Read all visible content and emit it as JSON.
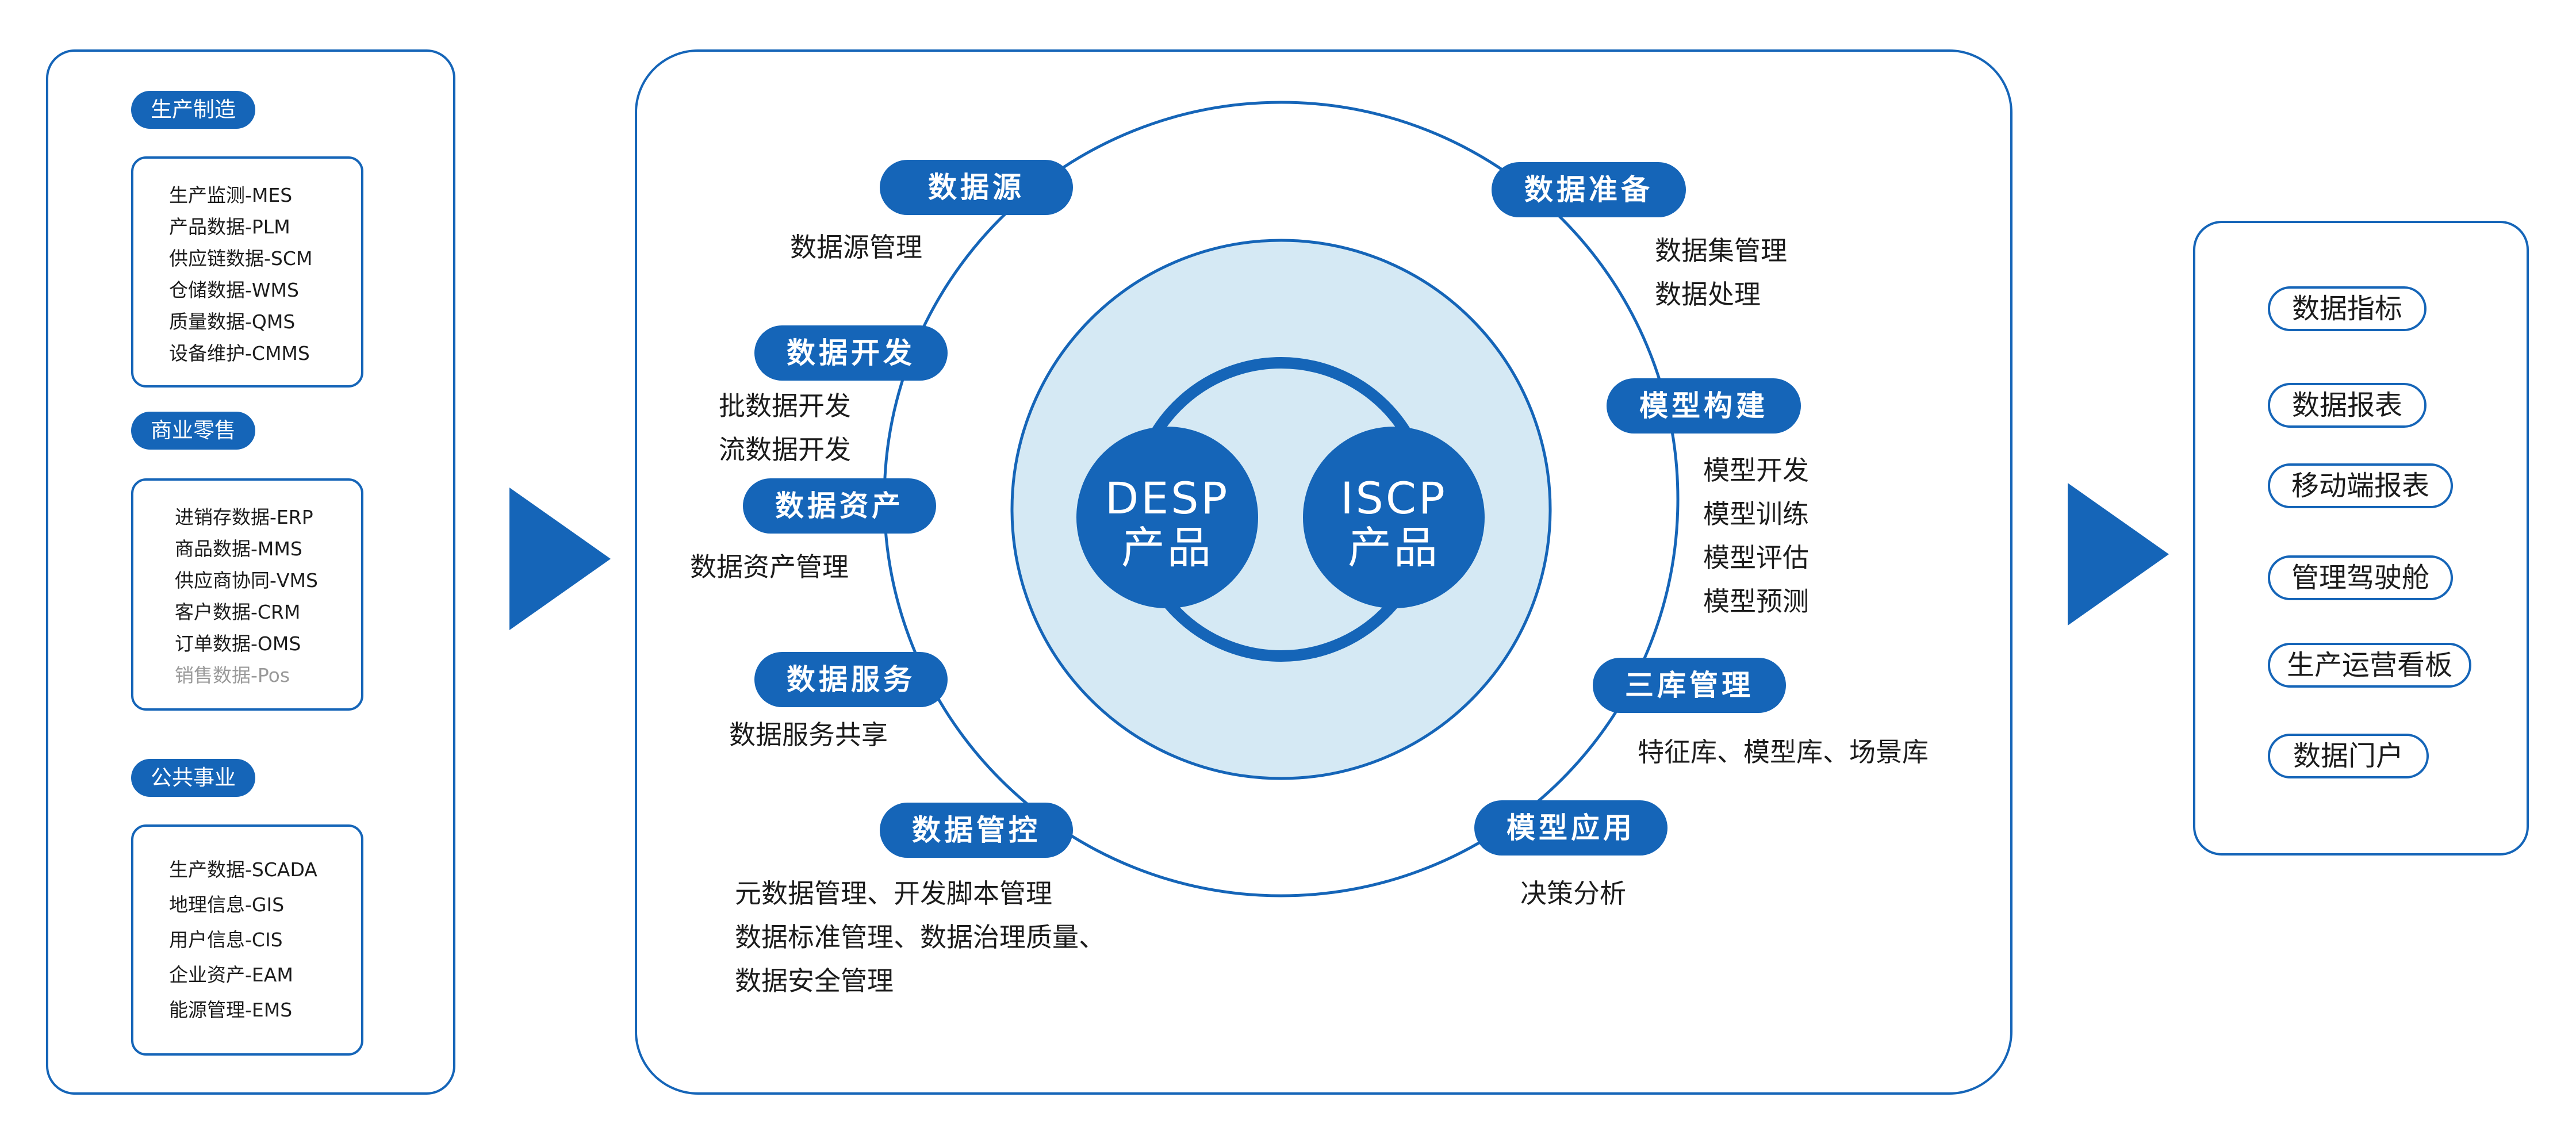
{
  "sources": [
    {
      "category": "生产制造",
      "items": [
        "生产监测-MES",
        "产品数据-PLM",
        "供应链数据-SCM",
        "仓储数据-WMS",
        "质量数据-QMS",
        "设备维护-CMMS"
      ]
    },
    {
      "category": "商业零售",
      "items": [
        "进销存数据-ERP",
        "商品数据-MMS",
        "供应商协同-VMS",
        "客户数据-CRM",
        "订单数据-OMS",
        "销售数据-Pos"
      ]
    },
    {
      "category": "公共事业",
      "items": [
        "生产数据-SCADA",
        "地理信息-GIS",
        "用户信息-CIS",
        "企业资产-EAM",
        "能源管理-EMS"
      ]
    }
  ],
  "core": {
    "left": {
      "line1": "DESP",
      "line2": "产品"
    },
    "right": {
      "line1": "ISCP",
      "line2": "产品"
    }
  },
  "stages": [
    {
      "label": "数据源",
      "desc": [
        "数据源管理"
      ]
    },
    {
      "label": "数据开发",
      "desc": [
        "批数据开发",
        "流数据开发"
      ]
    },
    {
      "label": "数据资产",
      "desc": [
        "数据资产管理"
      ]
    },
    {
      "label": "数据服务",
      "desc": [
        "数据服务共享"
      ]
    },
    {
      "label": "数据管控",
      "desc": [
        "元数据管理、开发脚本管理",
        "数据标准管理、数据治理质量、",
        "数据安全管理"
      ]
    },
    {
      "label": "数据准备",
      "desc": [
        "数据集管理",
        "数据处理"
      ]
    },
    {
      "label": "模型构建",
      "desc": [
        "模型开发",
        "模型训练",
        "模型评估",
        "模型预测"
      ]
    },
    {
      "label": "三库管理",
      "desc": [
        "特征库、模型库、场景库"
      ]
    },
    {
      "label": "模型应用",
      "desc": [
        "决策分析"
      ]
    }
  ],
  "outputs": [
    "数据指标",
    "数据报表",
    "移动端报表",
    "管理驾驶舱",
    "生产运营看板",
    "数据门户"
  ],
  "colors": {
    "primary": "#1565b8",
    "inner_fill": "#d5e9f4",
    "accent_ring": "#1565b8"
  }
}
